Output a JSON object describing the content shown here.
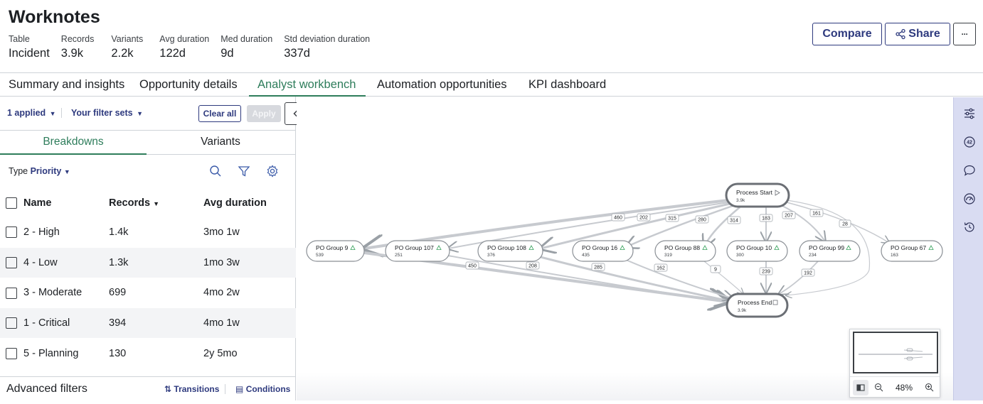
{
  "header": {
    "title": "Worknotes",
    "stats": [
      {
        "label": "Table",
        "value": "Incident"
      },
      {
        "label": "Records",
        "value": "3.9k"
      },
      {
        "label": "Variants",
        "value": "2.2k"
      },
      {
        "label": "Avg duration",
        "value": "122d"
      },
      {
        "label": "Med duration",
        "value": "9d"
      },
      {
        "label": "Std deviation duration",
        "value": "337d"
      }
    ],
    "compare_label": "Compare",
    "share_label": "Share",
    "more_label": "···"
  },
  "tabs": [
    {
      "label": "Summary and insights"
    },
    {
      "label": "Opportunity details"
    },
    {
      "label": "Analyst workbench"
    },
    {
      "label": "Automation opportunities"
    },
    {
      "label": "KPI dashboard"
    }
  ],
  "filters": {
    "applied_label": "1 applied",
    "filter_sets_label": "Your filter sets",
    "clear_all_label": "Clear all",
    "apply_label": "Apply"
  },
  "subtabs": {
    "breakdowns": "Breakdowns",
    "variants": "Variants"
  },
  "breakdown": {
    "type_label": "Type",
    "type_value": "Priority",
    "columns": {
      "name": "Name",
      "records": "Records",
      "avg": "Avg duration"
    },
    "rows": [
      {
        "name": "2 - High",
        "records": "1.4k",
        "avg": "3mo 1w"
      },
      {
        "name": "4 - Low",
        "records": "1.3k",
        "avg": "1mo 3w"
      },
      {
        "name": "3 - Moderate",
        "records": "699",
        "avg": "4mo 2w"
      },
      {
        "name": "1 - Critical",
        "records": "394",
        "avg": "4mo 1w"
      },
      {
        "name": "5 - Planning",
        "records": "130",
        "avg": "2y 5mo"
      }
    ]
  },
  "advanced": {
    "title": "Advanced filters",
    "transitions_label": "Transitions",
    "conditions_label": "Conditions"
  },
  "process_map": {
    "start": {
      "name": "Process Start",
      "count": "3.9k"
    },
    "end": {
      "name": "Process End",
      "count": "3.9k"
    },
    "groups": [
      {
        "name": "PO Group 9",
        "count": "539"
      },
      {
        "name": "PO Group 107",
        "count": "251"
      },
      {
        "name": "PO Group 108",
        "count": "376"
      },
      {
        "name": "PO Group 16",
        "count": "435"
      },
      {
        "name": "PO Group 88",
        "count": "319"
      },
      {
        "name": "PO Group 10",
        "count": "300"
      },
      {
        "name": "PO Group 99",
        "count": "234"
      },
      {
        "name": "PO Group 67",
        "count": "163"
      }
    ],
    "in_edges": [
      "460",
      "202",
      "315",
      "280",
      "314",
      "183",
      "207",
      "161",
      "28"
    ],
    "out_edges": [
      "450",
      "208",
      "285",
      "162",
      "9",
      "239",
      "192"
    ]
  },
  "minimap": {
    "zoom": "48%"
  }
}
